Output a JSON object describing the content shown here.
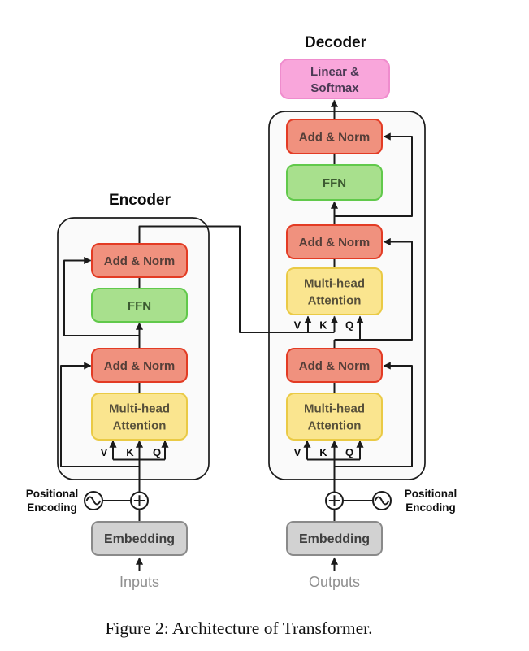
{
  "encoder": {
    "title": "Encoder",
    "add_norm_top": "Add & Norm",
    "ffn": "FFN",
    "add_norm_bottom": "Add & Norm",
    "mha_line1": "Multi-head",
    "mha_line2": "Attention",
    "embedding": "Embedding",
    "inputs": "Inputs",
    "positional_line1": "Positional",
    "positional_line2": "Encoding"
  },
  "decoder": {
    "title": "Decoder",
    "linear_softmax_line1": "Linear &",
    "linear_softmax_line2": "Softmax",
    "add_norm_top": "Add & Norm",
    "ffn": "FFN",
    "add_norm_mid": "Add & Norm",
    "mha_mid_line1": "Multi-head",
    "mha_mid_line2": "Attention",
    "add_norm_bottom": "Add & Norm",
    "mha_bottom_line1": "Multi-head",
    "mha_bottom_line2": "Attention",
    "embedding": "Embedding",
    "outputs": "Outputs",
    "positional_line1": "Positional",
    "positional_line2": "Encoding"
  },
  "attention_inputs": {
    "v": "V",
    "k": "K",
    "q": "Q"
  },
  "caption": "Figure 2: Architecture of Transformer.",
  "colors": {
    "add_norm_fill": "#F0917E",
    "add_norm_stroke": "#E33B24",
    "ffn_fill": "#A8E08D",
    "ffn_stroke": "#61C94B",
    "attention_fill": "#FAE58F",
    "attention_stroke": "#EACA45",
    "linear_softmax_fill": "#F9A6DB",
    "linear_softmax_stroke": "#EF8CCD",
    "embedding_fill": "#D2D2D2",
    "embedding_stroke": "#8A8A8A",
    "container_fill": "#FAFAFA"
  }
}
